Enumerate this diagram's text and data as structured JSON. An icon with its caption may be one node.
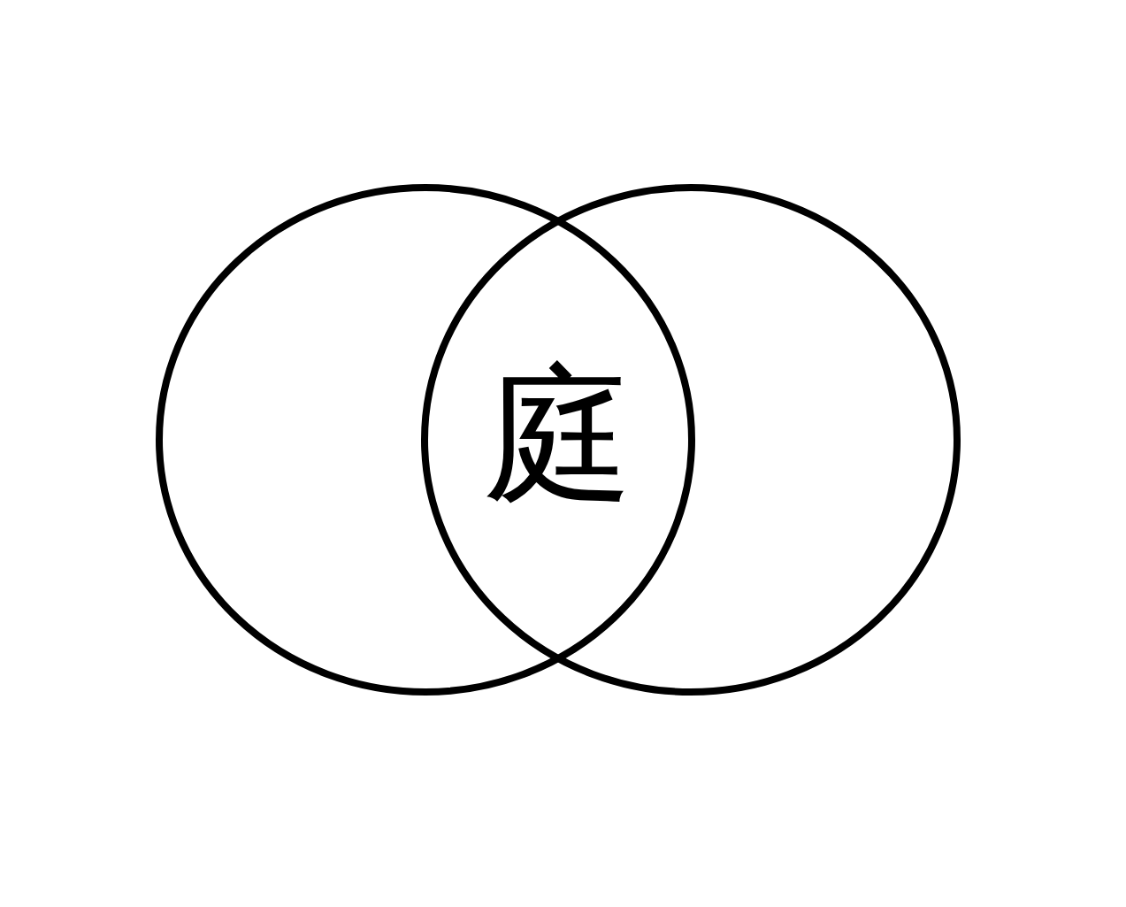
{
  "diagram": {
    "nodes": [
      {
        "text": [],
        "shape": "circle"
      },
      {
        "text": [],
        "shape": "circle"
      }
    ],
    "edges": [],
    "labels": [
      "庭"
    ]
  }
}
